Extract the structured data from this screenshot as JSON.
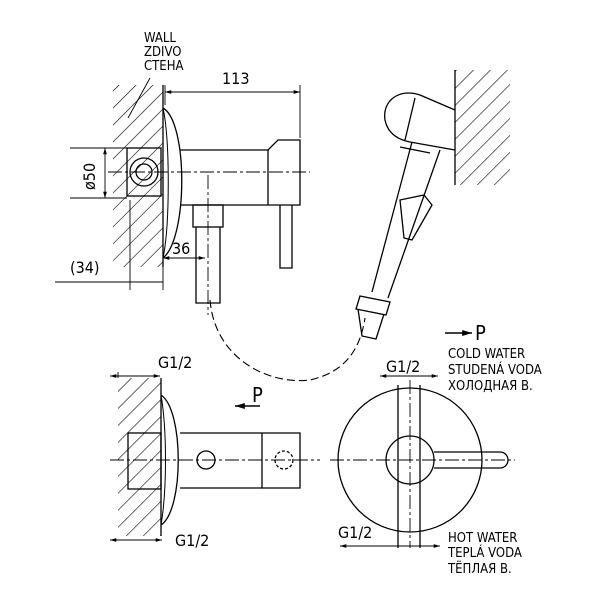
{
  "wall_label": [
    "WALL",
    "ZDIVO",
    "СТЕНА"
  ],
  "dimensions": {
    "width_113": "113",
    "diameter": "ø50",
    "offset_36": "36",
    "offset_34": "(34)",
    "thread_top": "G1/2",
    "thread_bottom": "G1/2",
    "thread_side_top": "G1/2",
    "thread_side_bottom": "G1/2"
  },
  "pressure_marker": "P",
  "cold_water": {
    "marker": "P",
    "lines": [
      "COLD WATER",
      "STUDENÁ VODA",
      "ХОЛОДНАЯ В."
    ]
  },
  "hot_water": {
    "lines": [
      "HOT WATER",
      "TEPLÁ VODA",
      "ТЁПЛАЯ В."
    ]
  },
  "colors": {
    "line": "#000000",
    "background": "#ffffff"
  }
}
